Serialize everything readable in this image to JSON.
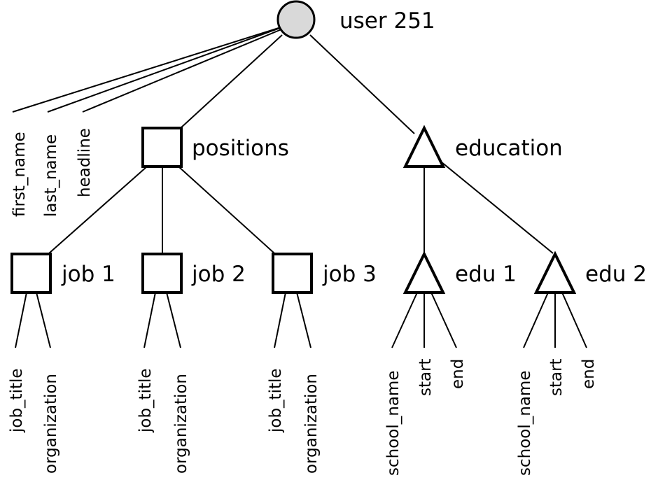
{
  "colors": {
    "line": "#000000",
    "root_fill": "#d9d9d9",
    "node_fill": "#ffffff"
  },
  "tree": {
    "root": {
      "label": "user 251",
      "shape": "circle",
      "attributes": [
        "first_name",
        "last_name",
        "headline"
      ]
    },
    "children": [
      {
        "label": "positions",
        "shape": "square",
        "children": [
          {
            "label": "job 1",
            "shape": "square",
            "attributes": [
              "job_title",
              "organization"
            ]
          },
          {
            "label": "job 2",
            "shape": "square",
            "attributes": [
              "job_title",
              "organization"
            ]
          },
          {
            "label": "job 3",
            "shape": "square",
            "attributes": [
              "job_title",
              "organization"
            ]
          }
        ]
      },
      {
        "label": "education",
        "shape": "triangle",
        "children": [
          {
            "label": "edu 1",
            "shape": "triangle",
            "attributes": [
              "school_name",
              "start",
              "end"
            ]
          },
          {
            "label": "edu 2",
            "shape": "triangle",
            "attributes": [
              "school_name",
              "start",
              "end"
            ]
          }
        ]
      }
    ]
  }
}
